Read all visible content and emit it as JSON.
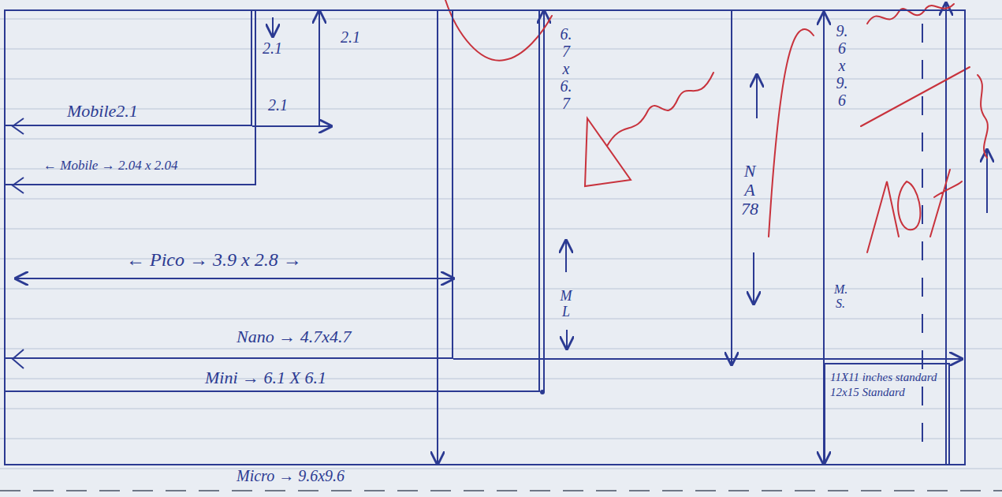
{
  "diagram": {
    "nodes": [
      {
        "text": [
          "Micro → 9.6x9.6"
        ]
      },
      {
        "text": [
          "Mini → 6.1 X 6.1"
        ],
        "in": 0
      },
      {
        "text": [
          "Nano → 4.7x4.7"
        ],
        "in": 1
      },
      {
        "text": [
          "← Mobile → 2.04 x 2.04"
        ],
        "in": 2
      },
      {
        "text": [
          "Mobile2.1"
        ],
        "in": 3
      },
      {
        "text": [
          "11X11 inches standard",
          "12x15 Standard"
        ],
        "in": 0
      }
    ],
    "labels": [
      "2.1",
      "2.1",
      "2.1",
      "← Pico → 3.9 x 2.8 →",
      "6.7 x 6.7",
      "ML",
      "NA78",
      "9.6 x 9.6",
      "M.S."
    ]
  }
}
